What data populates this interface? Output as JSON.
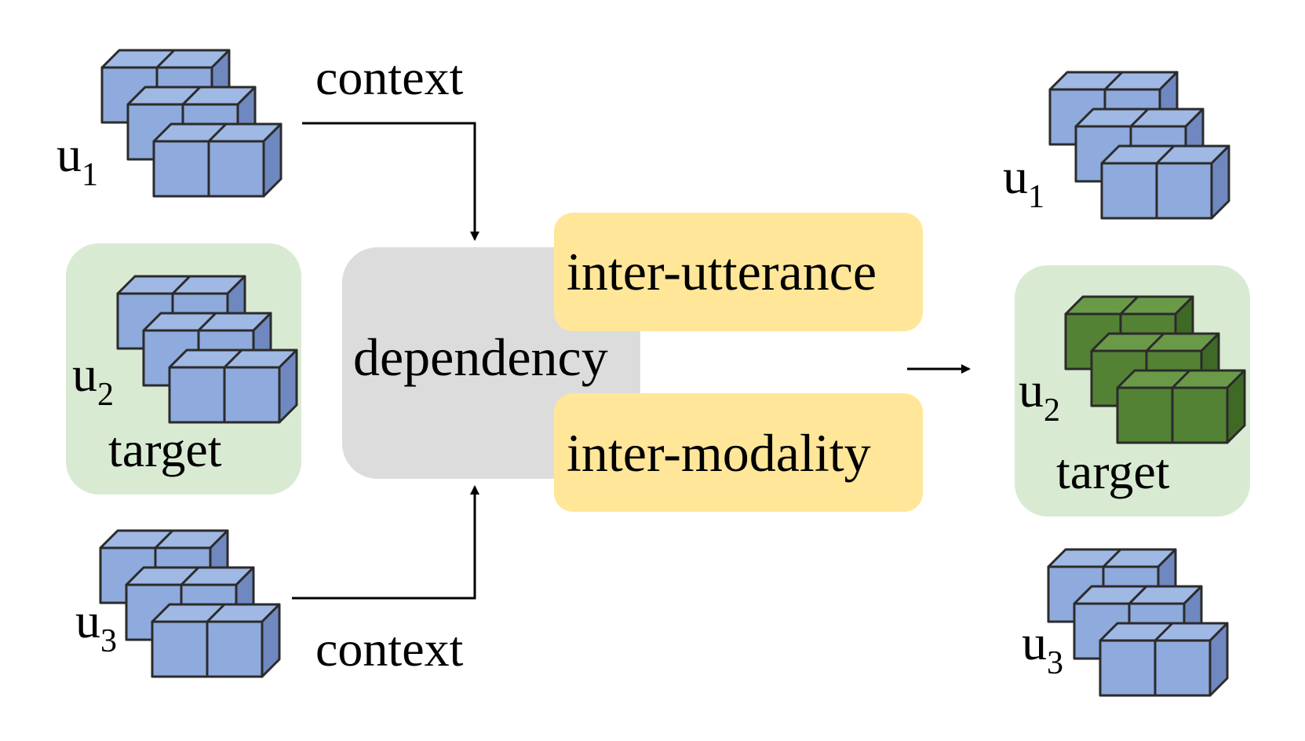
{
  "labels": {
    "context_top": "context",
    "context_bottom": "context",
    "dependency": "dependency",
    "inter_utterance": "inter-utterance",
    "inter_modality": "inter-modality",
    "target_left": "target",
    "target_right": "target"
  },
  "utterances_left": [
    {
      "base": "u",
      "sub": "1"
    },
    {
      "base": "u",
      "sub": "2"
    },
    {
      "base": "u",
      "sub": "3"
    }
  ],
  "utterances_right": [
    {
      "base": "u",
      "sub": "1"
    },
    {
      "base": "u",
      "sub": "2"
    },
    {
      "base": "u",
      "sub": "3"
    }
  ],
  "colors": {
    "cube_blue_front": "#8faadc",
    "cube_blue_top": "#9fb8e4",
    "cube_blue_side": "#7088c0",
    "cube_green_front": "#548235",
    "cube_green_top": "#6a9a48",
    "cube_green_side": "#3f6a25",
    "target_bg": "#d9ead3",
    "dependency_bg": "#dcdcdc",
    "relation_bg": "#ffe699",
    "stroke": "#2b2b2b"
  }
}
